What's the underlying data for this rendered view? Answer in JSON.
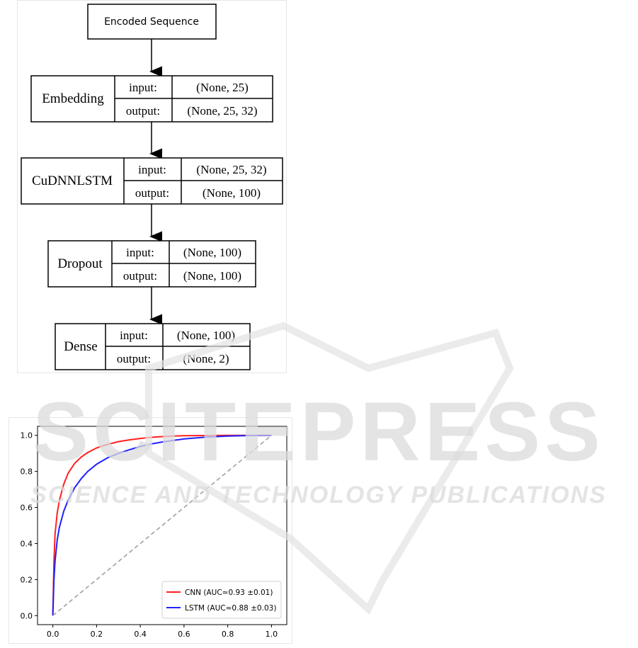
{
  "diagram": {
    "input_node": "Encoded Sequence",
    "layers": [
      {
        "name": "Embedding",
        "input_label": "input:",
        "input_value": "(None, 25)",
        "output_label": "output:",
        "output_value": "(None, 25, 32)"
      },
      {
        "name": "CuDNNLSTM",
        "input_label": "input:",
        "input_value": "(None, 25, 32)",
        "output_label": "output:",
        "output_value": "(None, 100)"
      },
      {
        "name": "Dropout",
        "input_label": "input:",
        "input_value": "(None, 100)",
        "output_label": "output:",
        "output_value": "(None, 100)"
      },
      {
        "name": "Dense",
        "input_label": "input:",
        "input_value": "(None, 100)",
        "output_label": "output:",
        "output_value": "(None, 2)"
      }
    ]
  },
  "watermark": {
    "line1": "SCITEPRESS",
    "line2": "SCIENCE AND TECHNOLOGY PUBLICATIONS",
    "color": "#dcdcdc"
  },
  "chart_data": {
    "type": "line",
    "title": "",
    "xlabel": "",
    "ylabel": "",
    "xlim": [
      -0.07,
      1.07
    ],
    "ylim": [
      -0.05,
      1.05
    ],
    "xticks": [
      "0.0",
      "0.2",
      "0.4",
      "0.6",
      "0.8",
      "1.0"
    ],
    "yticks": [
      "0.0",
      "0.2",
      "0.4",
      "0.6",
      "0.8",
      "1.0"
    ],
    "legend_position": "bottom-right",
    "grid": false,
    "series": [
      {
        "name": "CNN (AUC≈0.93 ±0.01)",
        "color": "#ff2020",
        "x": [
          0,
          0.005,
          0.01,
          0.02,
          0.03,
          0.05,
          0.07,
          0.1,
          0.13,
          0.16,
          0.2,
          0.25,
          0.3,
          0.35,
          0.4,
          0.45,
          0.5,
          0.55,
          0.6,
          0.7,
          0.8,
          0.9,
          1.0
        ],
        "y": [
          0,
          0.3,
          0.45,
          0.57,
          0.64,
          0.73,
          0.79,
          0.845,
          0.88,
          0.905,
          0.93,
          0.95,
          0.965,
          0.975,
          0.983,
          0.989,
          0.993,
          0.996,
          0.998,
          0.999,
          1.0,
          1.0,
          1.0
        ]
      },
      {
        "name": "LSTM (AUC≈0.88 ±0.03)",
        "color": "#2020ff",
        "x": [
          0,
          0.005,
          0.01,
          0.02,
          0.03,
          0.05,
          0.07,
          0.1,
          0.13,
          0.16,
          0.2,
          0.25,
          0.3,
          0.35,
          0.4,
          0.45,
          0.5,
          0.55,
          0.6,
          0.7,
          0.8,
          0.9,
          1.0
        ],
        "y": [
          0,
          0.2,
          0.3,
          0.42,
          0.49,
          0.58,
          0.64,
          0.71,
          0.76,
          0.8,
          0.84,
          0.875,
          0.9,
          0.92,
          0.938,
          0.952,
          0.963,
          0.972,
          0.98,
          0.99,
          0.996,
          0.999,
          1.0
        ]
      },
      {
        "name": "",
        "color": "#a0a0a0",
        "dashed": true,
        "x": [
          0,
          1
        ],
        "y": [
          0,
          1
        ]
      }
    ]
  }
}
